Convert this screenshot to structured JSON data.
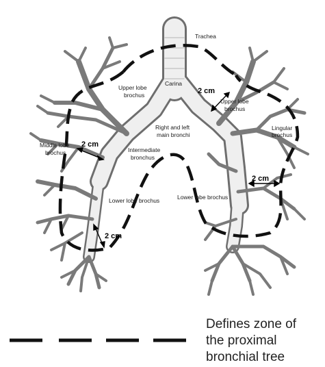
{
  "labels": {
    "trachea": "Trachea",
    "carina": "Carina",
    "upper_lobe_right_1": "Upper lobe",
    "upper_lobe_right_2": "brochus",
    "upper_lobe_left_1": "Upper lobe",
    "upper_lobe_left_2": "brochus",
    "lingular_1": "Lingular",
    "lingular_2": "brochus",
    "main_bronchi_1": "Right and left",
    "main_bronchi_2": "main bronchi",
    "middle_lobe_1": "Middle lobe",
    "middle_lobe_2": "brochus",
    "intermediate_1": "Intermediate",
    "intermediate_2": "bronchus",
    "lower_lobe_right": "Lower lobe brochus",
    "lower_lobe_left": "Lower lobe brochus"
  },
  "measurements": {
    "upper_left": "2 cm",
    "middle_lobe": "2 cm",
    "lower_left": "2 cm",
    "lower_right": "2 cm"
  },
  "legend": {
    "line1": "Defines zone of",
    "line2": "the proximal",
    "line3": "bronchial tree"
  },
  "colors": {
    "airway_fill": "#efefef",
    "airway_outline": "#6e6e6e",
    "zone_dash": "#111111"
  }
}
